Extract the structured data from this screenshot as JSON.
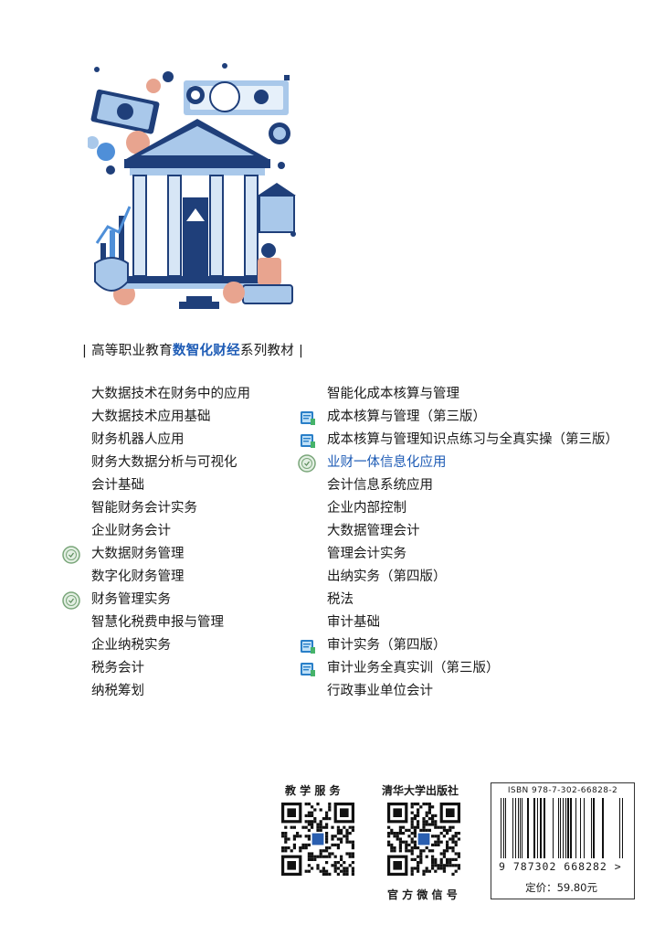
{
  "series": {
    "prefix": "| 高等职业教育",
    "highlight": "数智化财经",
    "suffix": "系列教材 |"
  },
  "left_books": [
    {
      "title": "大数据技术在财务中的应用",
      "badge": ""
    },
    {
      "title": "大数据技术应用基础",
      "badge": ""
    },
    {
      "title": "财务机器人应用",
      "badge": ""
    },
    {
      "title": "财务大数据分析与可视化",
      "badge": ""
    },
    {
      "title": "会计基础",
      "badge": ""
    },
    {
      "title": "智能财务会计实务",
      "badge": ""
    },
    {
      "title": "企业财务会计",
      "badge": ""
    },
    {
      "title": "大数据财务管理",
      "badge": "award"
    },
    {
      "title": "数字化财务管理",
      "badge": ""
    },
    {
      "title": "财务管理实务",
      "badge": "award"
    },
    {
      "title": "智慧化税费申报与管理",
      "badge": ""
    },
    {
      "title": "企业纳税实务",
      "badge": ""
    },
    {
      "title": "税务会计",
      "badge": ""
    },
    {
      "title": "纳税筹划",
      "badge": ""
    }
  ],
  "right_books": [
    {
      "title": "智能化成本核算与管理",
      "badge": ""
    },
    {
      "title": "成本核算与管理（第三版）",
      "badge": "book"
    },
    {
      "title": "成本核算与管理知识点练习与全真实操（第三版）",
      "badge": "book"
    },
    {
      "title": "业财一体信息化应用",
      "badge": "award"
    },
    {
      "title": "会计信息系统应用",
      "badge": ""
    },
    {
      "title": "企业内部控制",
      "badge": ""
    },
    {
      "title": "大数据管理会计",
      "badge": ""
    },
    {
      "title": "管理会计实务",
      "badge": ""
    },
    {
      "title": "出纳实务（第四版）",
      "badge": ""
    },
    {
      "title": "税法",
      "badge": ""
    },
    {
      "title": "审计基础",
      "badge": ""
    },
    {
      "title": "审计实务（第四版）",
      "badge": "book"
    },
    {
      "title": "审计业务全真实训（第三版）",
      "badge": "book"
    },
    {
      "title": "行政事业单位会计",
      "badge": ""
    }
  ],
  "footer": {
    "teaching_service": "教 学 服 务",
    "publisher": "清华大学出版社",
    "official_account": "官 方 微 信 号",
    "isbn_text": "ISBN 978-7-302-66828-2",
    "isbn_number": "9 787302 668282 >",
    "price": "定价：59.80元"
  },
  "colors": {
    "accent": "#1d5bb5",
    "illustration_dark": "#1f3f7a",
    "illustration_light": "#a9c8ea",
    "illustration_salmon": "#e8a48f"
  }
}
